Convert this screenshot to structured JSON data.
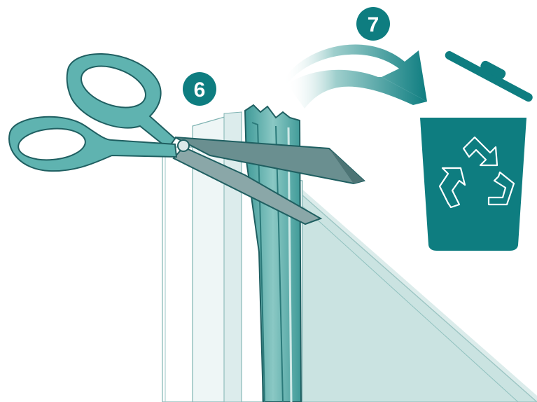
{
  "steps": [
    {
      "number": "6",
      "action": "scissors-cutting-seal"
    },
    {
      "number": "7",
      "action": "arrow-to-recycle-bin"
    }
  ],
  "colors": {
    "teal": "#0e7d80",
    "teal_dark": "#0a5f62",
    "teal_light": "#5fb3b0",
    "teal_pale": "#bfe0dc",
    "glass": "#d6eaea",
    "outline": "#2a6466",
    "white": "#ffffff"
  },
  "icons": [
    "scissors-icon",
    "recycle-bin-icon",
    "recycle-symbol-icon",
    "curved-arrow-icon"
  ]
}
